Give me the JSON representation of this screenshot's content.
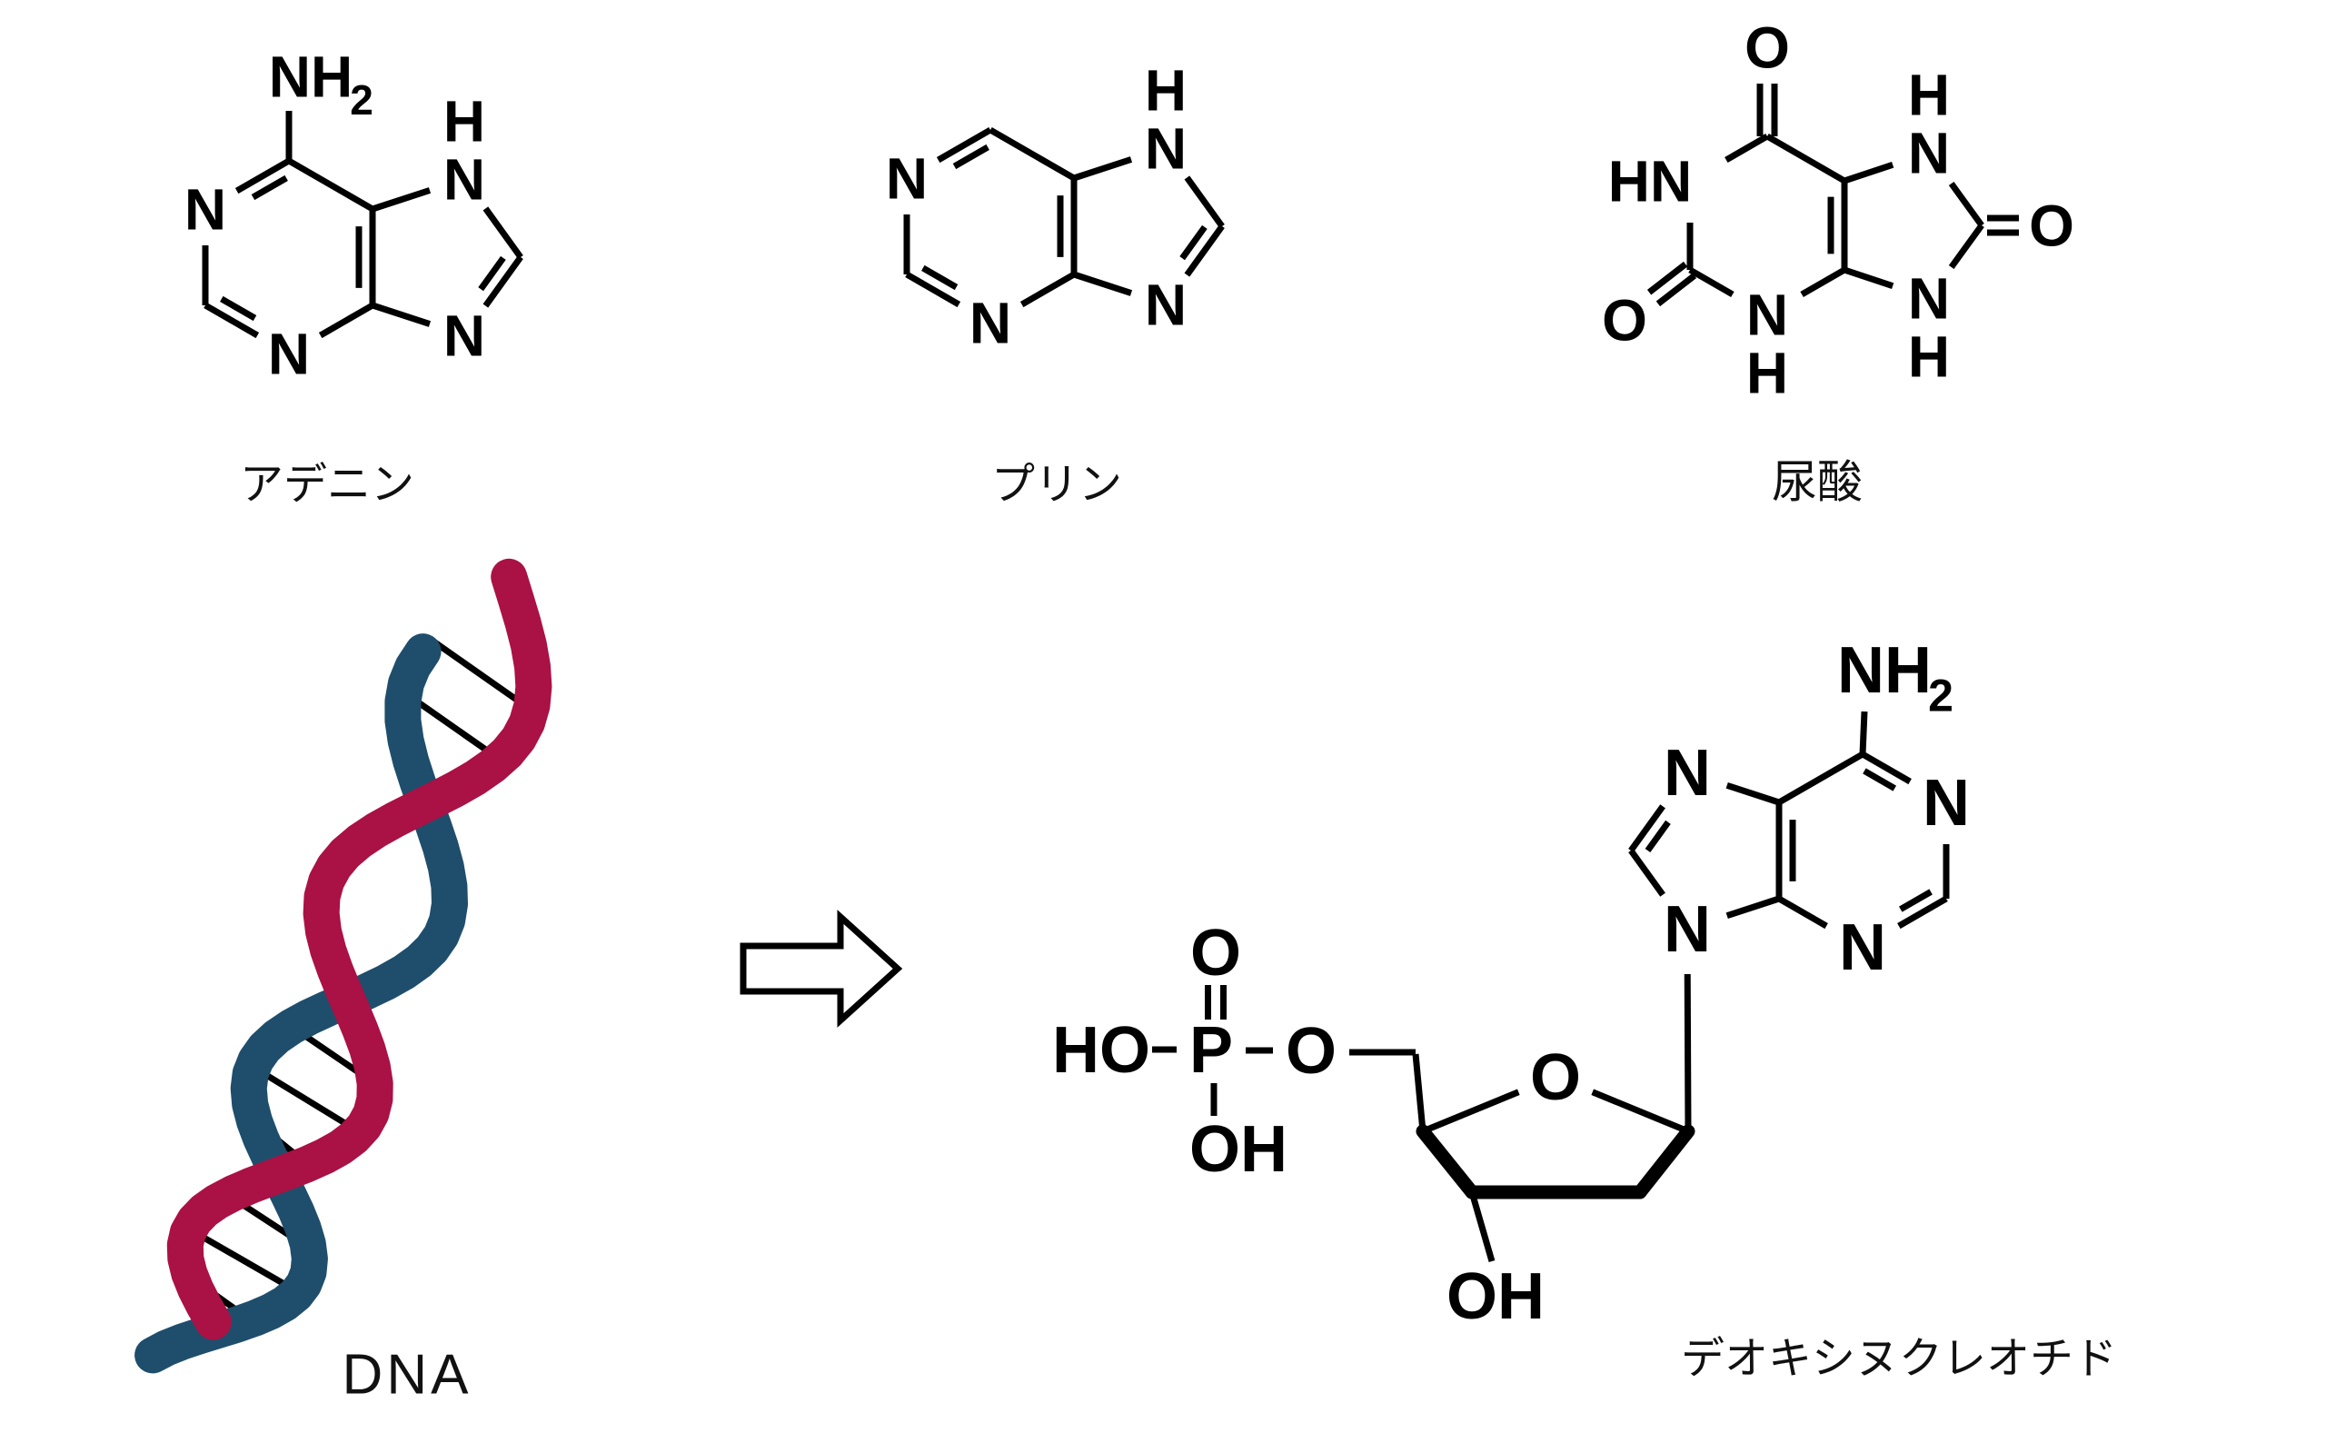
{
  "captions": {
    "adenine": "アデニン",
    "purine": "プリン",
    "uric_acid": "尿酸",
    "dna": "DNA",
    "deoxynucleotide": "デオキシヌクレオチド"
  },
  "molecules": {
    "adenine": {
      "name": "アデニン",
      "atom_labels": {
        "amine": "NH",
        "amine_sub": "2",
        "n1": "N",
        "n3": "N",
        "n7": "N",
        "n7_h": "H",
        "n9": "N"
      }
    },
    "purine": {
      "name": "プリン",
      "atom_labels": {
        "n1": "N",
        "n3": "N",
        "n7": "N",
        "n7_h": "H",
        "n9": "N"
      }
    },
    "uric_acid": {
      "name": "尿酸",
      "atom_labels": {
        "o_top": "O",
        "o_left": "O",
        "o_right": "O",
        "hn1": "HN",
        "n3": "N",
        "n3_h": "H",
        "n7": "N",
        "n7_h": "H",
        "n9": "N",
        "n9_h": "H"
      }
    },
    "deoxynucleotide": {
      "name": "デオキシヌクレオチド",
      "atom_labels": {
        "amine": "NH",
        "amine_sub": "2",
        "n1": "N",
        "n3": "N",
        "n7": "N",
        "n9": "N",
        "ring_o": "O",
        "oh_3": "OH",
        "ho_p": "HO",
        "p": "P",
        "o_dbl": "O",
        "o_ester": "O",
        "oh_p": "OH"
      }
    }
  },
  "dna": {
    "label": "DNA",
    "strand_colors": {
      "red": "#AA1144",
      "blue": "#1F4E6C"
    },
    "rung_color": "#000000",
    "rung_groups": 3,
    "rungs_per_group": 3
  },
  "arrow": {
    "direction": "right"
  }
}
